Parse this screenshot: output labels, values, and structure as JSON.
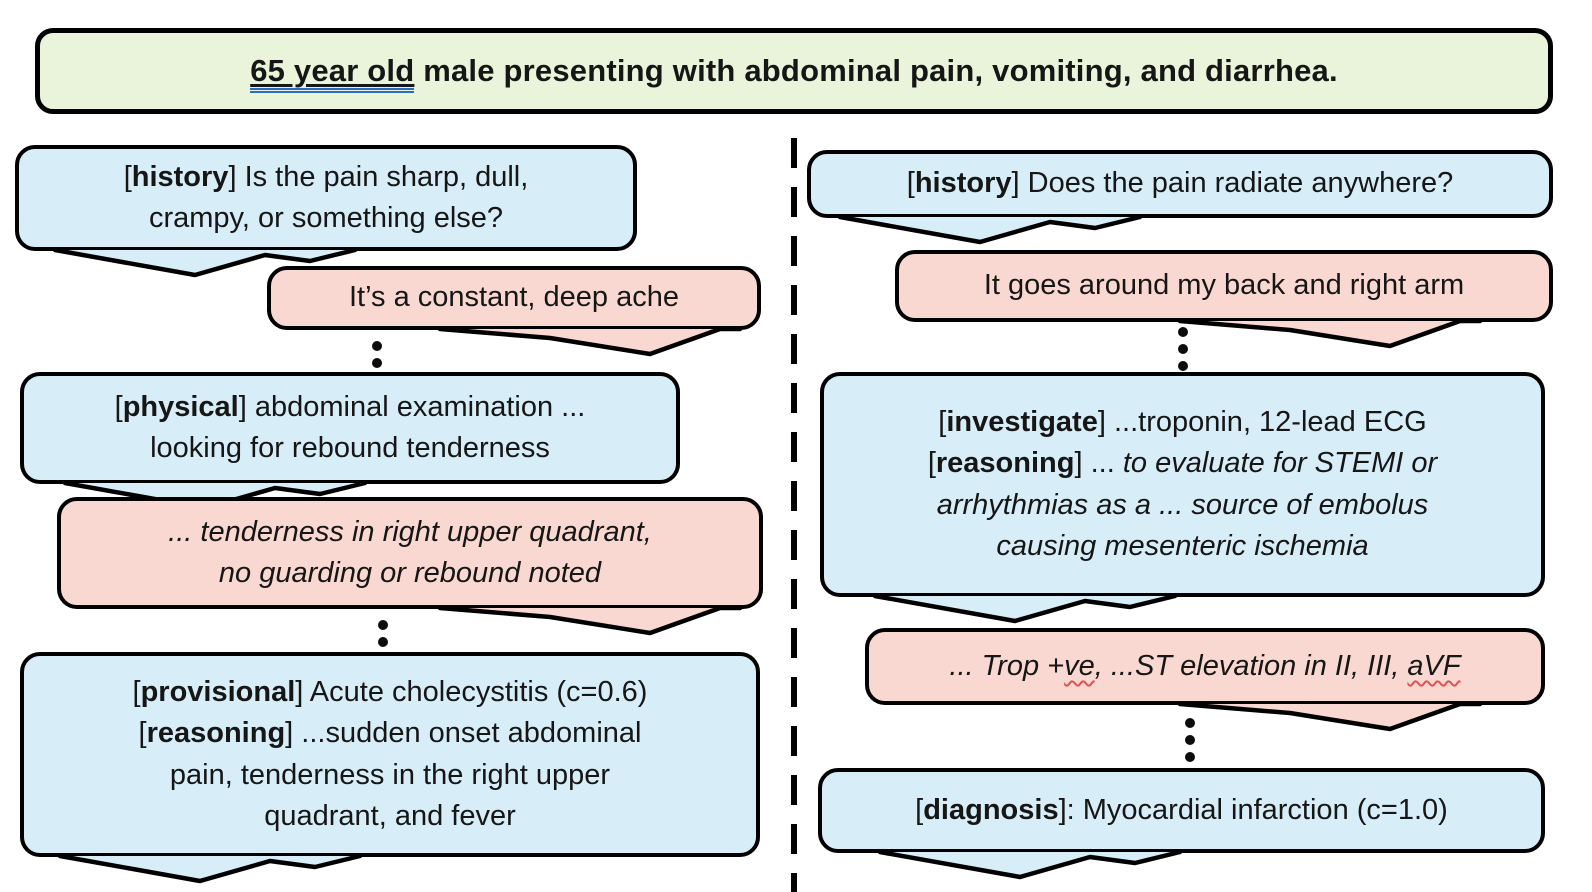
{
  "figure": {
    "description_role": "clinical dialogue diagram with speech bubbles",
    "colors": {
      "bubble_blue": "#d7edf8",
      "bubble_pink": "#f9d8d1",
      "banner_green": "#e9f4da",
      "outline_black": "#000000",
      "grammar_underline_blue": "#2a6bc5",
      "spellcheck_wavy_red": "#e05252"
    }
  },
  "header": {
    "highlight": "65 year old",
    "rest": " male presenting with abdominal pain, vomiting, and diarrhea."
  },
  "brackets": {
    "open": "[",
    "close": "] ",
    "close_colon": "]: "
  },
  "left": {
    "b1": {
      "label": "history",
      "line1": "Is the pain sharp, dull,",
      "line2": "crampy, or something else?"
    },
    "b2": {
      "text": "It’s a constant, deep ache"
    },
    "b3": {
      "label": "physical",
      "line1": "abdominal examination ...",
      "line2": "looking for rebound tenderness"
    },
    "b4": {
      "line1": "... tenderness in right upper quadrant,",
      "line2": "no guarding or rebound noted"
    },
    "b5": {
      "label1": "provisional",
      "text1": "Acute cholecystitis (c=0.6)",
      "label2": "reasoning",
      "line2a": "...sudden onset abdominal",
      "line2b": "pain, tenderness in the right upper",
      "line2c": "quadrant, and fever"
    }
  },
  "right": {
    "b1": {
      "label": "history",
      "text": "Does the pain radiate anywhere?"
    },
    "b2": {
      "text": "It goes around my back and right arm"
    },
    "b3": {
      "label1": "investigate",
      "text1": "...troponin, 12-lead ECG",
      "label2": "reasoning",
      "dots2": "... ",
      "italic2a": "to evaluate for STEMI or",
      "italic2b": "arrhythmias as a ... source of embolus",
      "italic2c": "causing mesenteric ischemia"
    },
    "b4": {
      "seg1": "... Trop +",
      "wavy1": "ve",
      "seg2": ", ...ST elevation in II, III, ",
      "wavy2": "aVF"
    },
    "b5": {
      "label": "diagnosis",
      "text": "Myocardial infarction (c=1.0)"
    }
  }
}
